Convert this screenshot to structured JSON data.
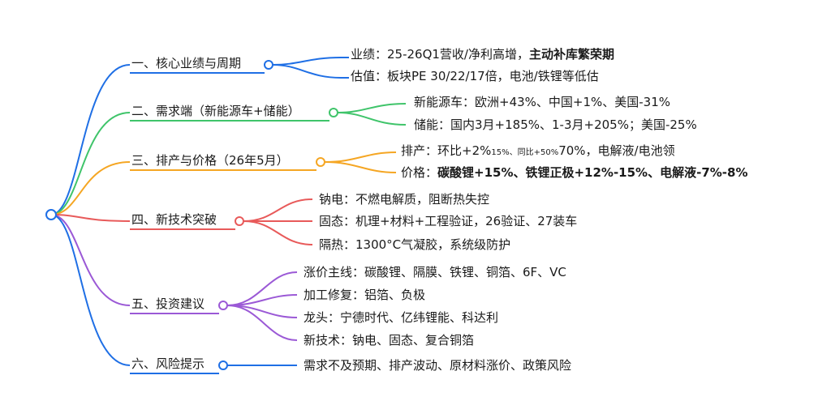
{
  "colors": {
    "blue": "#1f6fe5",
    "green": "#3fc46a",
    "orange": "#f5a623",
    "red": "#e85a5a",
    "purple": "#9b59d6"
  },
  "branches": [
    {
      "label": "一、核心业绩与周期",
      "color": "blue",
      "leaves": [
        {
          "text": "业绩：25-26Q1营收/净利高增，",
          "bold": "主动补库繁荣期"
        },
        {
          "text": "估值：板块PE 30/22/17倍，电池/铁锂等低估"
        }
      ]
    },
    {
      "label": "二、需求端（新能源车+储能）",
      "color": "green",
      "leaves": [
        {
          "text": "新能源车：欧洲+43%、中国+1%、美国-31%"
        },
        {
          "text": "储能：国内3月+185%、1-3月+205%；美国-25%"
        }
      ]
    },
    {
      "label": "三、排产与价格（26年5月）",
      "color": "orange",
      "leaves": [
        {
          "text": "排产：环比+2%",
          "small": "15%、同比+50%",
          "tail": "70%，电解液/电池领"
        },
        {
          "prefix": "价格：",
          "bold": "碳酸锂+15%、铁锂正极+12%-15%、电解液-7%-8%"
        }
      ]
    },
    {
      "label": "四、新技术突破",
      "color": "red",
      "leaves": [
        {
          "text": "钠电：不燃电解质，阻断热失控"
        },
        {
          "text": "固态：机理+材料+工程验证，26验证、27装车"
        },
        {
          "text": "隔热：1300°C气凝胶，系统级防护"
        }
      ]
    },
    {
      "label": "五、投资建议",
      "color": "purple",
      "leaves": [
        {
          "text": "涨价主线：碳酸锂、隔膜、铁锂、铜箔、6F、VC"
        },
        {
          "text": "加工修复：铝箔、负极"
        },
        {
          "text": "龙头：宁德时代、亿纬锂能、科达利"
        },
        {
          "text": "新技术：钠电、固态、复合铜箔"
        }
      ]
    },
    {
      "label": "六、风险提示",
      "color": "blue",
      "leaves": [
        {
          "text": "需求不及预期、排产波动、原材料涨价、政策风险"
        }
      ]
    }
  ]
}
